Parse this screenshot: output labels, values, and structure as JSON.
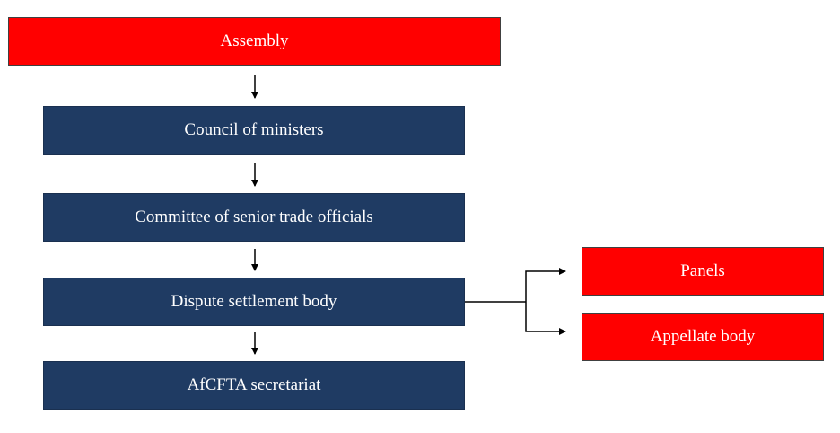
{
  "nodes": {
    "assembly": "Assembly",
    "council": "Council of ministers",
    "committee": "Committee of senior trade officials",
    "dispute": "Dispute settlement body",
    "secretariat": "AfCFTA secretariat",
    "panels": "Panels",
    "appellate": "Appellate body"
  },
  "colors": {
    "red": "#ff0000",
    "navy": "#1f3b63",
    "text": "#ffffff",
    "connector": "#000000"
  }
}
